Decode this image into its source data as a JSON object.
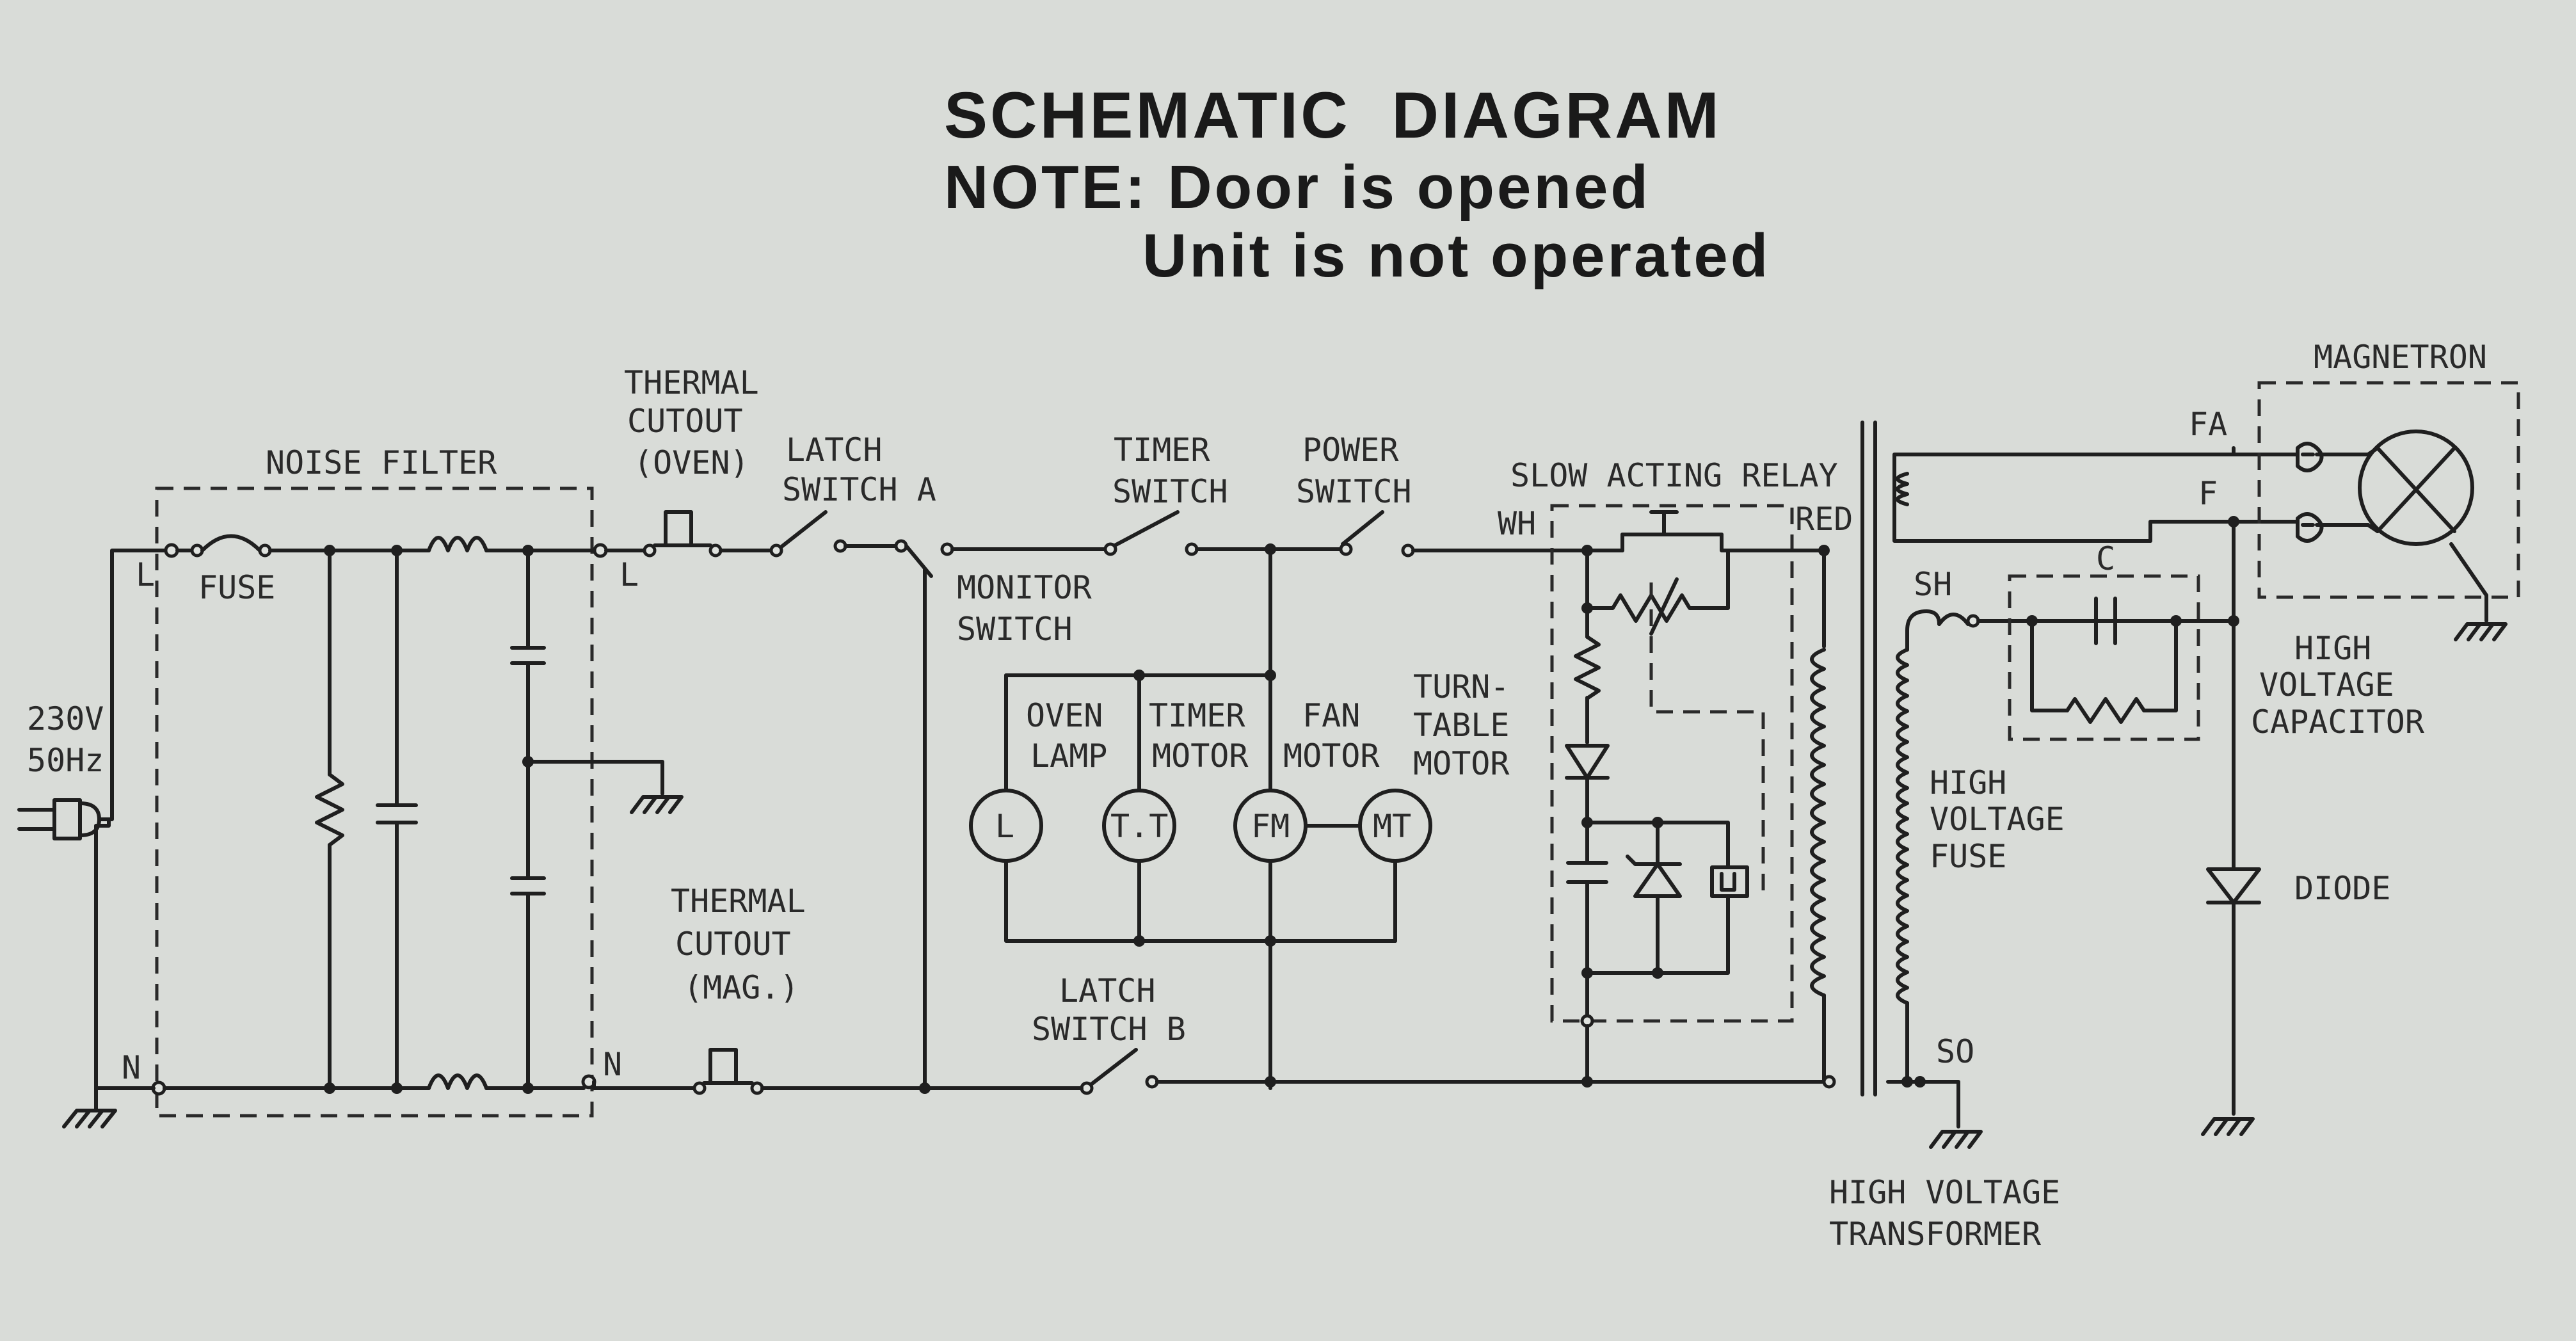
{
  "title": {
    "line1": "SCHEMATIC  DIAGRAM",
    "line2": "NOTE: Door is opened",
    "line3": "Unit is not operated"
  },
  "labels": {
    "noise_filter": "NOISE FILTER",
    "fuse": "FUSE",
    "l_in": "L",
    "l_out": "L",
    "n_in": "N",
    "n_out": "N",
    "voltage": "230V",
    "freq": "50Hz",
    "thermal_oven_1": "THERMAL",
    "thermal_oven_2": "CUTOUT",
    "thermal_oven_3": "(OVEN)",
    "latch_a_1": "LATCH",
    "latch_a_2": "SWITCH A",
    "thermal_mag_1": "THERMAL",
    "thermal_mag_2": "CUTOUT",
    "thermal_mag_3": "(MAG.)",
    "monitor_1": "MONITOR",
    "monitor_2": "SWITCH",
    "timer_sw_1": "TIMER",
    "timer_sw_2": "SWITCH",
    "power_sw_1": "POWER",
    "power_sw_2": "SWITCH",
    "oven_lamp_1": "OVEN",
    "oven_lamp_2": "LAMP",
    "timer_motor_1": "TIMER",
    "timer_motor_2": "MOTOR",
    "fan_motor_1": "FAN",
    "fan_motor_2": "MOTOR",
    "turntable_1": "TURN-",
    "turntable_2": "TABLE",
    "turntable_3": "MOTOR",
    "latch_b_1": "LATCH",
    "latch_b_2": "SWITCH B",
    "slow_relay": "SLOW ACTING RELAY",
    "wh": "WH",
    "red": "RED",
    "magnetron": "MAGNETRON",
    "fa": "FA",
    "f": "F",
    "sh": "SH",
    "c": "C",
    "hv_cap_1": "HIGH",
    "hv_cap_2": "VOLTAGE",
    "hv_cap_3": "CAPACITOR",
    "hv_fuse_1": "HIGH",
    "hv_fuse_2": "VOLTAGE",
    "hv_fuse_3": "FUSE",
    "diode": "DIODE",
    "so": "SO",
    "hv_trans_1": "HIGH VOLTAGE",
    "hv_trans_2": "TRANSFORMER"
  },
  "components": {
    "lamp_symbol": "L",
    "timer_motor_symbol": "T.T",
    "fan_motor_symbol": "FM",
    "turntable_symbol": "MT"
  }
}
